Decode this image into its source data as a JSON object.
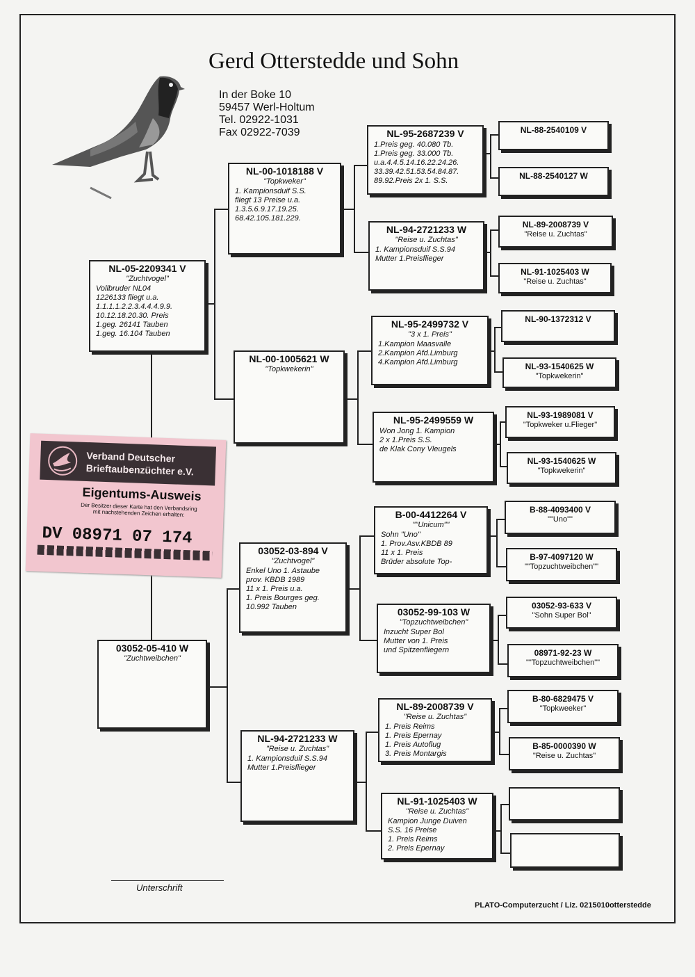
{
  "header": {
    "title": "Gerd Otterstedde und Sohn",
    "address": [
      "In der Boke 10",
      "59457 Werl-Holtum",
      "Tel. 02922-1031",
      "Fax 02922-7039"
    ]
  },
  "pedigree": {
    "subject": {
      "ring": "NL-05-2209341 V",
      "name": "\"Zuchtvogel\"",
      "info": [
        "Vollbruder NL04",
        "1226133 fliegt u.a.",
        "1.1.1.1.2.2.3.4.4.4.9.9.",
        "10.12.18.20.30.  Preis",
        "1.geg. 26141 Tauben",
        "1.geg. 16.104 Tauben"
      ]
    },
    "mate": {
      "ring": "03052-05-410 W",
      "name": "\"Zuchtweibchen\"",
      "info": []
    },
    "sire_s": {
      "ring": "NL-00-1018188 V",
      "name": "\"Topkweker\"",
      "info": [
        "1. Kampionsduif S.S.",
        "fliegt 13 Preise u.a.",
        "1.3.5.6.9.17.19.25.",
        "68.42.105.181.229."
      ]
    },
    "dam_s": {
      "ring": "NL-00-1005621 W",
      "name": "\"Topkwekerin\"",
      "info": []
    },
    "sire_m": {
      "ring": "03052-03-894 V",
      "name": "\"Zuchtvogel\"",
      "info": [
        "Enkel Uno 1. Astaube",
        "prov. KBDB 1989",
        "11 x 1. Preis u.a.",
        "1. Preis Bourges geg.",
        "10.992 Tauben"
      ]
    },
    "dam_m": {
      "ring": "NL-94-2721233 W",
      "name": "\"Reise u. Zuchtas\"",
      "info": [
        "1. Kampionsduif S.S.94",
        "Mutter  1.Preisflieger"
      ]
    },
    "gp1": {
      "ring": "NL-95-2687239 V",
      "name": "",
      "info": [
        "1.Preis geg. 40.080 Tb.",
        "1.Preis geg. 33.000 Tb.",
        "u.a.4.4.5.14.16.22.24.26.",
        "33.39.42.51.53.54.84.87.",
        "89.92.Preis 2x 1. S.S."
      ]
    },
    "gp2": {
      "ring": "NL-94-2721233 W",
      "name": "\"Reise u. Zuchtas\"",
      "info": [
        "1. Kampionsduif S.S.94",
        "Mutter  1.Preisflieger"
      ]
    },
    "gp3": {
      "ring": "NL-95-2499732 V",
      "name": "\"3 x 1. Preis\"",
      "info": [
        "1.Kampion Maasvalle",
        "2.Kampion Afd.Limburg",
        "4.Kampion Afd.Limburg"
      ]
    },
    "gp4": {
      "ring": "NL-95-2499559 W",
      "name": "",
      "info": [
        "Won Jong 1. Kampion",
        "2 x 1.Preis S.S.",
        "de Klak Cony Vleugels"
      ]
    },
    "gp5": {
      "ring": "B-00-4412264 V",
      "name": "\"\"Unicum\"\"",
      "info": [
        "Sohn \"Uno\"",
        "1. Prov.Asv.KBDB 89",
        "11 x 1. Preis",
        "Brüder absolute Top-"
      ]
    },
    "gp6": {
      "ring": "03052-99-103 W",
      "name": "\"Topzuchtweibchen\"",
      "info": [
        "Inzucht Super Bol",
        "Mutter von 1. Preis",
        "und Spitzenfliegern"
      ]
    },
    "gp7": {
      "ring": "NL-89-2008739 V",
      "name": "\"Reise u. Zuchtas\"",
      "info": [
        "1. Preis Reims",
        "1. Preis Epernay",
        "1. Preis Autoflug",
        "3. Preis Montargis"
      ]
    },
    "gp8": {
      "ring": "NL-91-1025403 W",
      "name": "\"Reise u. Zuchtas\"",
      "info": [
        "Kampion Junge Duiven",
        "S.S.  16 Preise",
        "1. Preis Reims",
        "2. Preis Epernay"
      ]
    },
    "ggp": [
      {
        "ring": "NL-88-2540109 V",
        "name": ""
      },
      {
        "ring": "NL-88-2540127 W",
        "name": ""
      },
      {
        "ring": "NL-89-2008739 V",
        "name": "\"Reise u. Zuchtas\""
      },
      {
        "ring": "NL-91-1025403 W",
        "name": "\"Reise u. Zuchtas\""
      },
      {
        "ring": "NL-90-1372312 V",
        "name": ""
      },
      {
        "ring": "NL-93-1540625 W",
        "name": "\"Topkwekerin\""
      },
      {
        "ring": "NL-93-1989081 V",
        "name": "\"Topkweker u.Flieger\""
      },
      {
        "ring": "NL-93-1540625 W",
        "name": "\"Topkwekerin\""
      },
      {
        "ring": "B-88-4093400 V",
        "name": "\"\"Uno\"\""
      },
      {
        "ring": "B-97-4097120 W",
        "name": "\"\"Topzuchtweibchen\"\""
      },
      {
        "ring": "03052-93-633 V",
        "name": "\"Sohn Super Bol\""
      },
      {
        "ring": "08971-92-23 W",
        "name": "\"\"Topzuchtweibchen\"\""
      },
      {
        "ring": "B-80-6829475 V",
        "name": "\"Topkweeker\""
      },
      {
        "ring": "B-85-0000390 W",
        "name": "\"Reise u. Zuchtas\""
      },
      {
        "ring": "",
        "name": ""
      },
      {
        "ring": "",
        "name": ""
      }
    ]
  },
  "card": {
    "org_line1": "Verband Deutscher",
    "org_line2": "Brieftaubenzüchter e.V.",
    "title": "Eigentums-Ausweis",
    "subtitle1": "Der Besitzer dieser Karte hat den Verbandsring",
    "subtitle2": "mit nachstehenden Zeichen erhalten:",
    "number": "DV 08971 07  174"
  },
  "signature_label": "Unterschrift",
  "footer": "PLATO-Computerzucht / Liz. 0215010otterstedde"
}
